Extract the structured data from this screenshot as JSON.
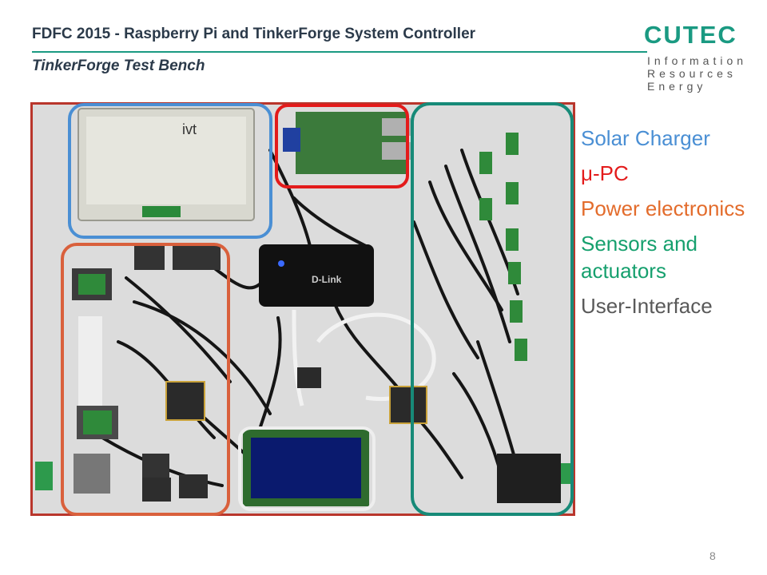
{
  "header": {
    "title": "FDFC 2015 - Raspberry Pi and TinkerForge System Controller",
    "subtitle": "TinkerForge Test Bench"
  },
  "logo": {
    "name": "CUTEC",
    "lines": [
      "Information",
      "Resources",
      "Energy"
    ]
  },
  "photo": {
    "labels": {
      "controller_brand": "ivt",
      "hub_brand": "D-Link"
    }
  },
  "legend": [
    {
      "label": "Solar Charger",
      "color": "#4a8fd4"
    },
    {
      "label": "μ-PC",
      "color": "#e31b1b"
    },
    {
      "label": "Power electronics",
      "color": "#e36c2c"
    },
    {
      "label": "Sensors and actuators",
      "color": "#16a06e"
    },
    {
      "label": "User-Interface",
      "color": "#595959"
    }
  ],
  "colors": {
    "accent": "#1a9a82",
    "title_text": "#2b3a4a",
    "solar_box": "#4a8fd4",
    "pc_box": "#e31b1b",
    "power_box": "#d9603c",
    "sensor_box": "#178a78",
    "ui_box": "#eeeeee"
  },
  "footer": {
    "page_number": "8"
  }
}
